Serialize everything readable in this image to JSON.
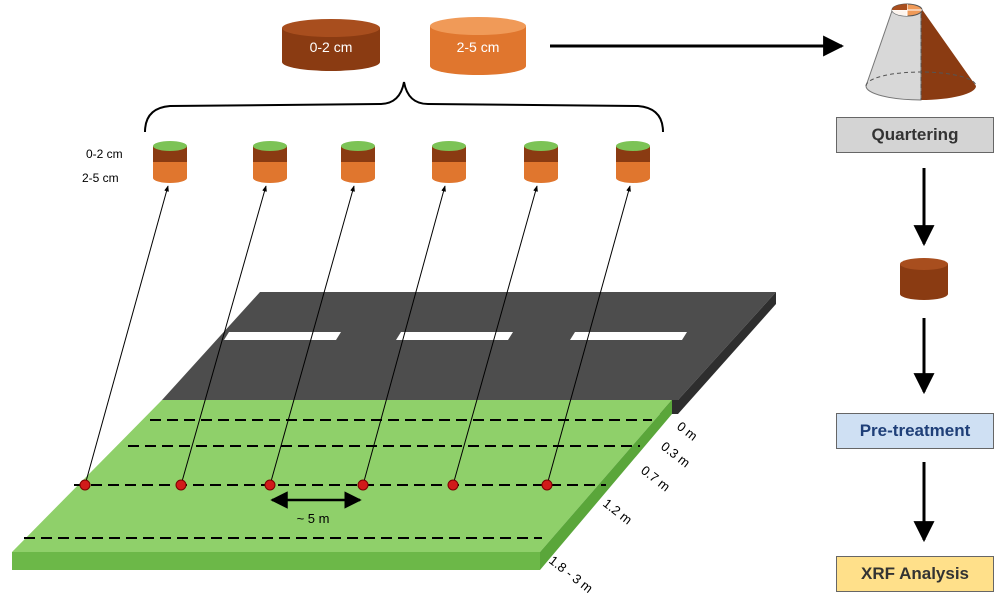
{
  "top_cylinders": {
    "left_label": "0-2 cm",
    "right_label": "2-5 cm"
  },
  "mini_cylinders": {
    "top_label": "0-2 cm",
    "bottom_label": "2-5 cm"
  },
  "process_steps": {
    "quartering": "Quartering",
    "pretreatment": "Pre-treatment",
    "xrf": "XRF Analysis"
  },
  "spacing_label": "~ 5 m",
  "distance_labels": [
    "0 m",
    "0.3 m",
    "0.7 m",
    "1.2 m",
    "1.8 - 3 m"
  ],
  "colors": {
    "dark_soil": "#8a3b12",
    "light_soil": "#e0762e",
    "grass": "#8fd06a",
    "road": "#4d4d4d"
  }
}
